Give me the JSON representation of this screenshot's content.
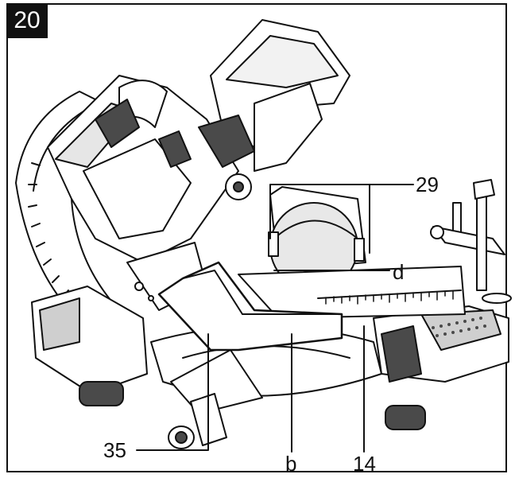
{
  "figure": {
    "number": "20"
  },
  "callouts": {
    "guard_handles": "29",
    "slot": "d",
    "handle": "35",
    "workpiece": "b",
    "fence": "14"
  },
  "colors": {
    "line": "#111111",
    "fill": "#ffffff",
    "shade": "#cfcfcf",
    "dark": "#4a4a4a"
  }
}
